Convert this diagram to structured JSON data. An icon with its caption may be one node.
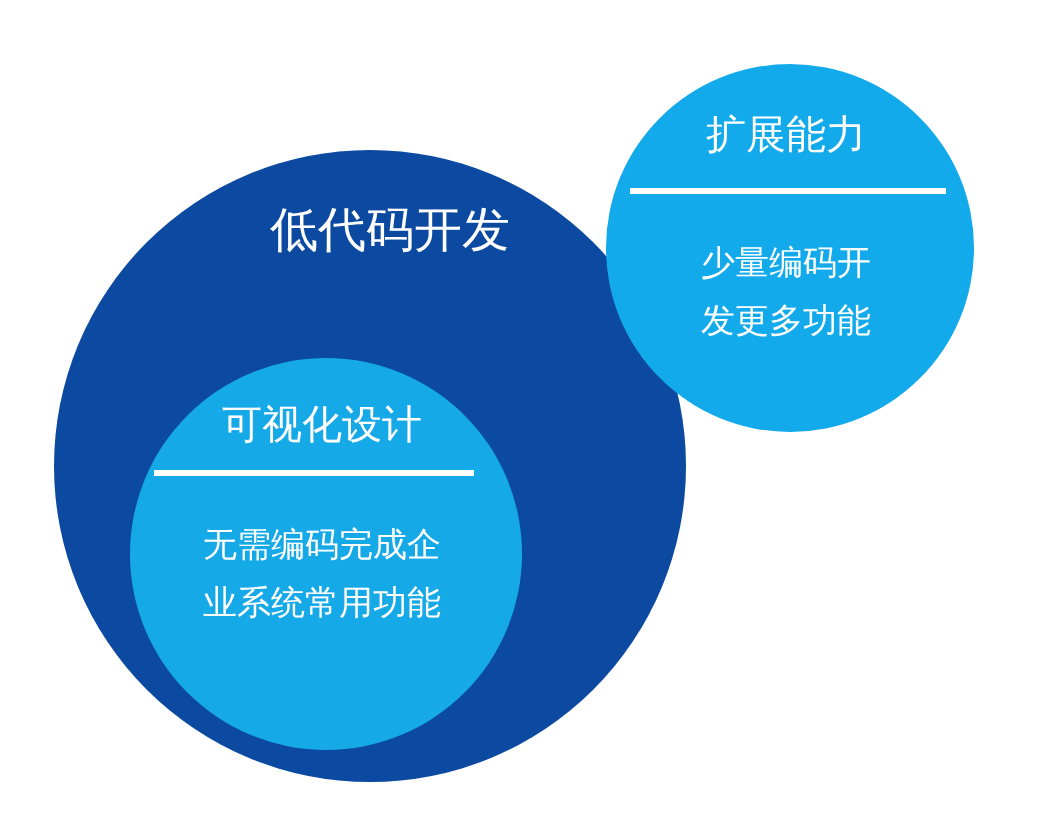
{
  "diagram": {
    "nodes": [
      {
        "text": [
          "低代码开发"
        ]
      },
      {
        "text": [
          "可视化设计",
          "无需编码完成企业系统常用功能"
        ],
        "in": 0
      },
      {
        "text": [
          "扩展能力",
          "少量编码开发更多功能"
        ]
      }
    ]
  }
}
